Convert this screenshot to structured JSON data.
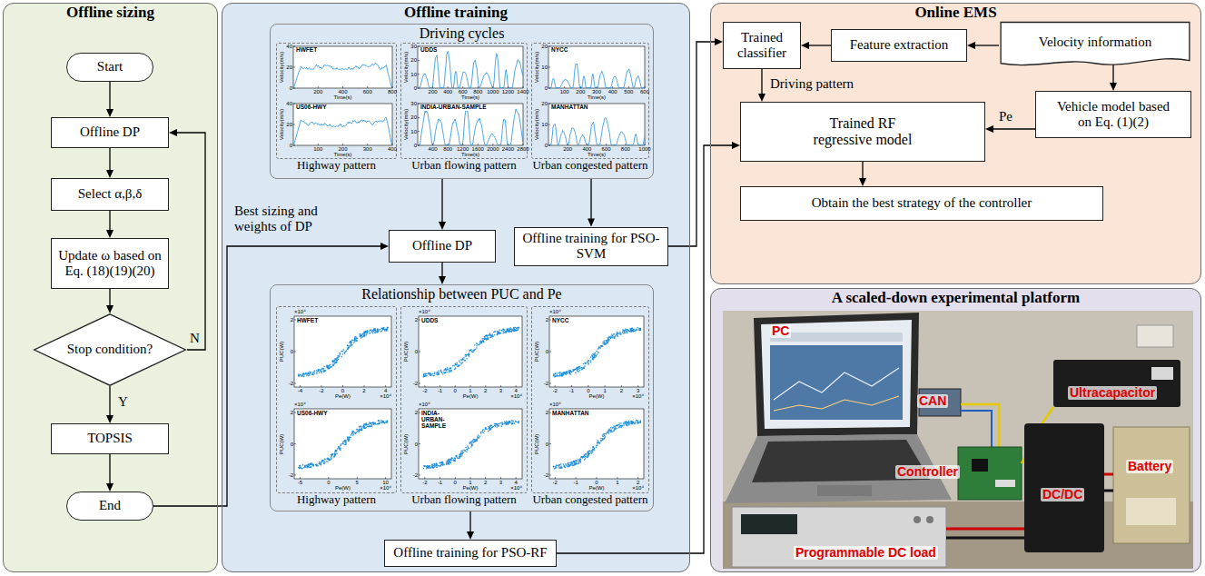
{
  "diagram": {
    "nodes": [
      {
        "text": [
          "Offline sizing"
        ]
      },
      {
        "text": [
          "Start"
        ],
        "in": 0
      },
      {
        "text": [
          "Offline DP"
        ],
        "in": 0
      },
      {
        "text": [
          "Select α,β,δ"
        ],
        "in": 0
      },
      {
        "text": [
          "Update ω based on Eq. (18)(19)(20)"
        ],
        "in": 0
      },
      {
        "text": [
          "Stop condition?"
        ],
        "in": 0
      },
      {
        "text": [
          "TOPSIS"
        ],
        "in": 0
      },
      {
        "text": [
          "End"
        ],
        "in": 0
      },
      {
        "text": [
          "Offline training"
        ]
      },
      {
        "text": [
          "Driving cycles"
        ],
        "in": 8
      },
      {
        "text": [
          "Highway pattern"
        ],
        "in": 9
      },
      {
        "text": [
          "Urban flowing pattern"
        ],
        "in": 9
      },
      {
        "text": [
          "Urban congested pattern"
        ],
        "in": 9
      },
      {
        "text": [
          "Offline DP"
        ],
        "in": 8
      },
      {
        "text": [
          "Offline training for PSO-SVM"
        ],
        "in": 8
      },
      {
        "text": [
          "Relationship between PUC and Pe"
        ],
        "in": 8
      },
      {
        "text": [
          "Highway pattern"
        ],
        "in": 15
      },
      {
        "text": [
          "Urban flowing pattern"
        ],
        "in": 15
      },
      {
        "text": [
          "Urban congested pattern"
        ],
        "in": 15
      },
      {
        "text": [
          "Offline training for PSO-RF"
        ],
        "in": 8
      },
      {
        "text": [
          "Online EMS"
        ]
      },
      {
        "text": [
          "Trained classifier"
        ],
        "in": 20
      },
      {
        "text": [
          "Feature extraction"
        ],
        "in": 20
      },
      {
        "text": [
          "Velocity information"
        ],
        "in": 20
      },
      {
        "text": [
          "Vehicle model based on Eq. (1)(2)"
        ],
        "in": 20
      },
      {
        "text": [
          "Trained RF regressive model"
        ],
        "in": 20
      },
      {
        "text": [
          "Obtain the best strategy of the controller"
        ],
        "in": 20
      },
      {
        "text": [
          "A scaled-down experimental platform"
        ]
      }
    ],
    "edges": [
      {
        "from": 1,
        "to": 2,
        "arrow": "to"
      },
      {
        "from": 2,
        "to": 3,
        "arrow": "to"
      },
      {
        "from": 3,
        "to": 4,
        "arrow": "to"
      },
      {
        "from": 4,
        "to": 5,
        "arrow": "to"
      },
      {
        "from": 5,
        "to": 2,
        "arrow": "to",
        "label": "N"
      },
      {
        "from": 5,
        "to": 6,
        "arrow": "to",
        "label": "Y"
      },
      {
        "from": 6,
        "to": 7,
        "arrow": "to"
      },
      {
        "from": 7,
        "to": 13,
        "arrow": "to",
        "label": "Best sizing and weights of DP"
      },
      {
        "from": 9,
        "to": 13,
        "arrow": "to"
      },
      {
        "from": 9,
        "to": 14,
        "arrow": "to"
      },
      {
        "from": 13,
        "to": 15,
        "arrow": "to"
      },
      {
        "from": 15,
        "to": 19,
        "arrow": "to"
      },
      {
        "from": 14,
        "to": 21,
        "arrow": "to"
      },
      {
        "from": 19,
        "to": 25,
        "arrow": "to"
      },
      {
        "from": 23,
        "to": 22,
        "arrow": "to"
      },
      {
        "from": 22,
        "to": 21,
        "arrow": "to"
      },
      {
        "from": 21,
        "to": 25,
        "arrow": "to",
        "label": "Driving pattern"
      },
      {
        "from": 23,
        "to": 24,
        "arrow": "to"
      },
      {
        "from": 24,
        "to": 25,
        "arrow": "to",
        "label": "Pe"
      },
      {
        "from": 25,
        "to": 26,
        "arrow": "to"
      }
    ],
    "labels": [
      "HWFET",
      "Velocity(m/s)",
      "Time(s)",
      "40",
      "20",
      "0",
      "200",
      "400",
      "600",
      "800",
      "US06-HWY",
      "Velocity(m/s)",
      "Time(s)",
      "40",
      "20",
      "0",
      "100",
      "200",
      "300",
      "400",
      "UDDS",
      "Velocity(m/s)",
      "Time(s)",
      "30",
      "20",
      "10",
      "0",
      "200",
      "400",
      "600",
      "800",
      "1000",
      "1200",
      "1400",
      "INDIA-URBAN-SAMPLE",
      "Velocity(m/s)",
      "Time(s)",
      "30",
      "20",
      "10",
      "0",
      "400",
      "800",
      "1200",
      "1600",
      "2000",
      "2400",
      "2800",
      "NYCC",
      "Velocity(m/s)",
      "Time(s)",
      "20",
      "10",
      "0",
      "100",
      "200",
      "300",
      "400",
      "500",
      "600",
      "MANHATTAN",
      "Velocity(m/s)",
      "Time(s)",
      "20",
      "10",
      "0",
      "200",
      "400",
      "600",
      "800",
      "1000",
      "HWFET",
      "PUC(W)",
      "Pe(W)",
      "×10⁴",
      "×10⁴",
      "2",
      "0",
      "-2",
      "-4",
      "-2",
      "0",
      "2",
      "4",
      "US06-HWY",
      "PUC(W)",
      "Pe(W)",
      "×10⁴",
      "×10⁴",
      "2",
      "0",
      "-2",
      "-5",
      "0",
      "5",
      "10",
      "UDDS",
      "PUC(W)",
      "Pe(W)",
      "×10⁴",
      "×10⁴",
      "2",
      "0",
      "-2",
      "-2",
      "-1",
      "0",
      "1",
      "2",
      "3",
      "4",
      "INDIA-URBAN-SAMPLE",
      "PUC(W)",
      "Pe(W)",
      "×10⁴",
      "×10⁴",
      "2",
      "0",
      "-2",
      "-2",
      "-1",
      "0",
      "1",
      "2",
      "3",
      "4",
      "NYCC",
      "PUC(W)",
      "Pe(W)",
      "×10⁴",
      "×10⁴",
      "2",
      "0",
      "-2",
      "-2",
      "-1",
      "0",
      "1",
      "2",
      "3",
      "MANHATTAN",
      "PUC(W)",
      "Pe(W)",
      "×10⁴",
      "×10⁴",
      "2",
      "0",
      "-2",
      "-2",
      "-1",
      "0",
      "1",
      "2",
      "PC",
      "CAN",
      "Ultracapacitor",
      "Controller",
      "DC/DC",
      "Battery",
      "Programmable DC load"
    ]
  }
}
